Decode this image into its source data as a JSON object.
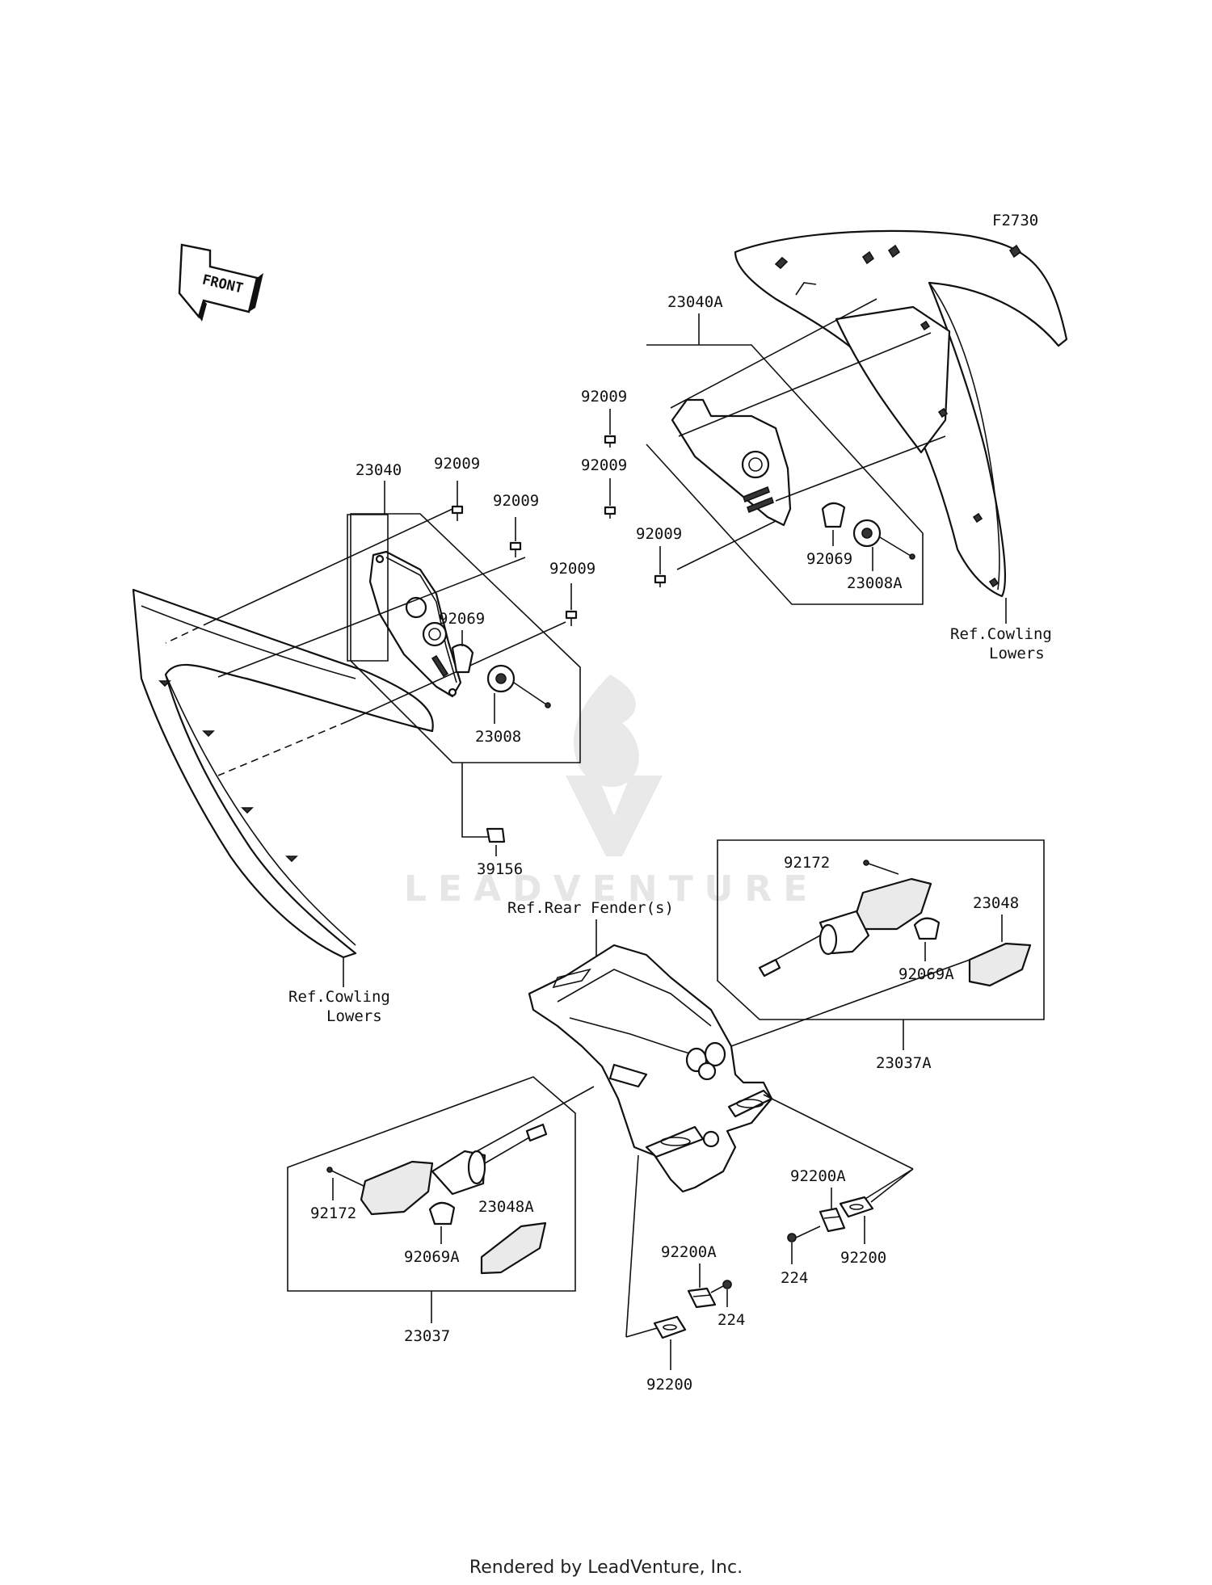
{
  "diagram_code": "F2730",
  "front_badge": "FRONT",
  "callouts": {
    "l_assy": "23040",
    "l_screw_a": "92009",
    "l_screw_b": "92009",
    "l_screw_c": "92009",
    "l_bulb": "92069",
    "l_socket": "23008",
    "l_pad": "39156",
    "l_ref": "Ref.Cowling\nLowers",
    "r_assy": "23040A",
    "r_screw_a": "92009",
    "r_screw_b": "92009",
    "r_screw_c": "92009",
    "r_bulb": "92069",
    "r_socket": "23008A",
    "r_ref": "Ref.Cowling\nLowers",
    "fender_ref": "Ref.Rear Fender(s)",
    "rs_screw": "92172",
    "rs_lens": "23048",
    "rs_bulb": "92069A",
    "rs_assy": "23037A",
    "ls_screw": "92172",
    "ls_lens": "23048A",
    "ls_bulb": "92069A",
    "ls_assy": "23037",
    "plate_a1": "92200A",
    "plate_1": "92200",
    "nut_1": "224",
    "plate_a2": "92200A",
    "plate_2": "92200",
    "nut_2": "224"
  },
  "watermark": "LEADVENTURE",
  "footer": "Rendered by LeadVenture, Inc."
}
